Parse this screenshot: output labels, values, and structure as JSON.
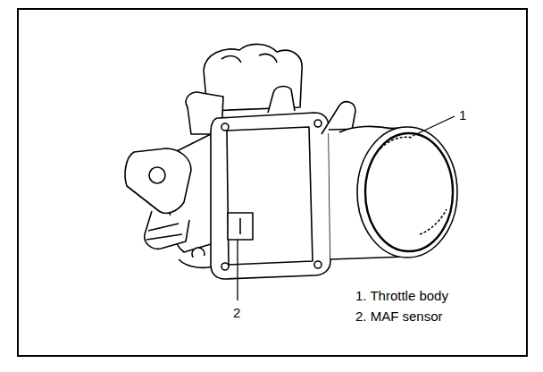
{
  "diagram": {
    "labels": [
      "1",
      "2",
      "1. Throttle body",
      "2. MAF sensor"
    ]
  }
}
